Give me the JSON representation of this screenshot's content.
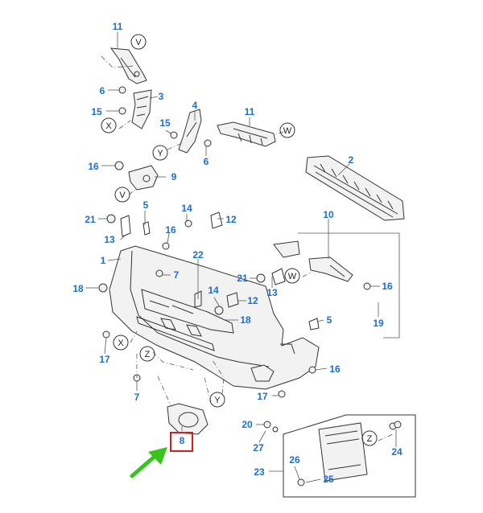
{
  "callouts": {
    "c11a": "11",
    "c6a": "6",
    "c3": "3",
    "c15a": "15",
    "c4": "4",
    "c11b": "11",
    "c15b": "15",
    "c6b": "6",
    "c16a": "16",
    "c9": "9",
    "c2": "2",
    "c21a": "21",
    "c5a": "5",
    "c14a": "14",
    "c12a": "12",
    "c13a": "13",
    "c16b": "16",
    "c10": "10",
    "c1": "1",
    "c22": "22",
    "c21b": "21",
    "c18a": "18",
    "c7a": "7",
    "c14b": "14",
    "c12b": "12",
    "c13b": "13",
    "c16c": "16",
    "c18b": "18",
    "c19": "19",
    "c5b": "5",
    "c17a": "17",
    "c16d": "16",
    "c7b": "7",
    "c17b": "17",
    "c20": "20",
    "c8": "8",
    "c27": "27",
    "c24": "24",
    "c23": "23",
    "c26": "26",
    "c25": "25"
  },
  "letters": {
    "V1": "V",
    "X1": "X",
    "Y1": "Y",
    "W1": "W",
    "V2": "V",
    "W2": "W",
    "X2": "X",
    "Z1": "Z",
    "Y2": "Y",
    "Z2": "Z"
  },
  "highlight": {
    "part": "8",
    "box_color": "#e01a1a",
    "arrow_color": "#39c41c"
  },
  "colors": {
    "callout": "#1a6fd6",
    "line": "#333333"
  }
}
